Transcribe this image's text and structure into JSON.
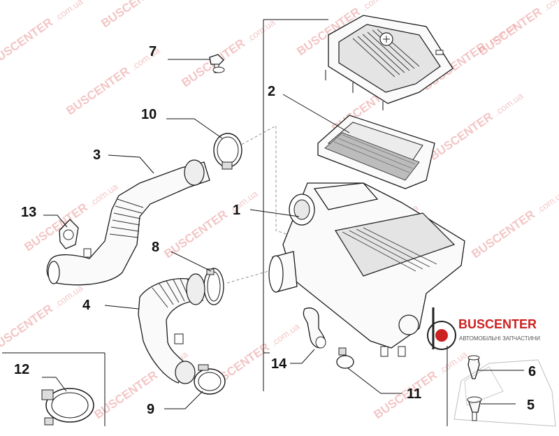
{
  "callouts": [
    "1",
    "2",
    "3",
    "4",
    "5",
    "6",
    "7",
    "8",
    "9",
    "10",
    "11",
    "12",
    "13",
    "14"
  ],
  "watermark": {
    "brand": "BUSCENTER",
    "domain": ".com.ua"
  },
  "logo": {
    "brand": "BUSCENTER",
    "tagline": "АВТОМОБІЛЬНІ ЗАПЧАСТИНИ",
    "accent_color": "#cc2222"
  }
}
